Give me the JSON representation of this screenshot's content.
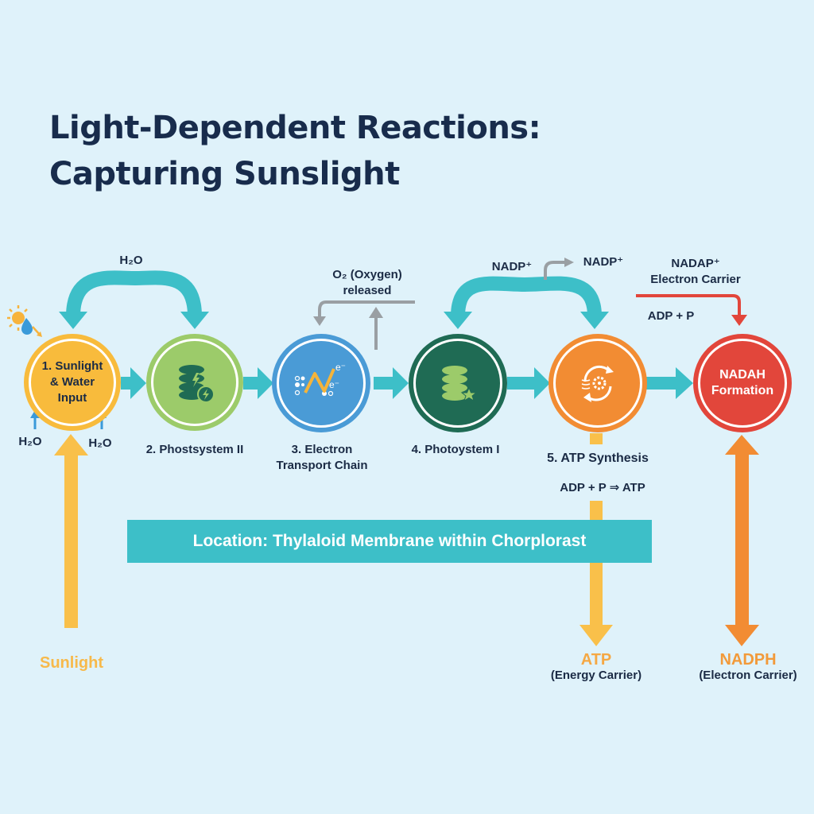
{
  "title": {
    "line1": "Light-Dependent Reactions:",
    "line2": "Capturing Sunslight"
  },
  "colors": {
    "background": "#dff2fa",
    "title": "#182c4c",
    "teal_arrow": "#3dbfc8",
    "sunlight_yellow": "#f9c04a",
    "orange": "#f28c33",
    "red": "#e2463b",
    "gray_arrow": "#9a9fa3",
    "step1": "#f8bb3c",
    "step2": "#9ccb6a",
    "step3": "#4a9bd6",
    "step4": "#1f6b54",
    "step5": "#f28c33",
    "step6": "#e2463b"
  },
  "steps": [
    {
      "id": 1,
      "circle_text_1": "1. Sunlight",
      "circle_text_2": "& Water",
      "circle_text_3": "Input",
      "icon": "sun-water-icon"
    },
    {
      "id": 2,
      "label": "2. Phostsystem II",
      "icon": "stack-lightning-icon"
    },
    {
      "id": 3,
      "label_1": "3. Electron",
      "label_2": "Transport Chain",
      "icon": "electron-chain-icon",
      "e1": "e⁻",
      "e2": "e⁻"
    },
    {
      "id": 4,
      "label": "4. Photoystem I",
      "icon": "stack-star-icon"
    },
    {
      "id": 5,
      "label": "5. ATP Synthesis",
      "equation": "ADP + P ⇒ ATP",
      "icon": "gear-cycle-icon"
    },
    {
      "id": 6,
      "circle_text_1": "NADAH",
      "circle_text_2": "Formation"
    }
  ],
  "annotations": {
    "h2o_top": "H₂O",
    "h2o_left": "H₂O",
    "h2o_right": "H₂O",
    "o2_line1": "O₂ (Oxygen)",
    "o2_line2": "released",
    "nadp_left": "NADP⁺",
    "nadp_right": "NADP⁺",
    "nadap_line1": "NADAP⁺",
    "nadap_line2": "Electron Carrier",
    "adp_p": "ADP + P"
  },
  "banner": "Location: Thylaloid Membrane within Chorplorast",
  "outputs": {
    "sunlight": "Sunlight",
    "atp": "ATP",
    "atp_sub": "(Energy Carrier)",
    "nadph": "NADPH",
    "nadph_sub": "(Electron Carrier)"
  }
}
